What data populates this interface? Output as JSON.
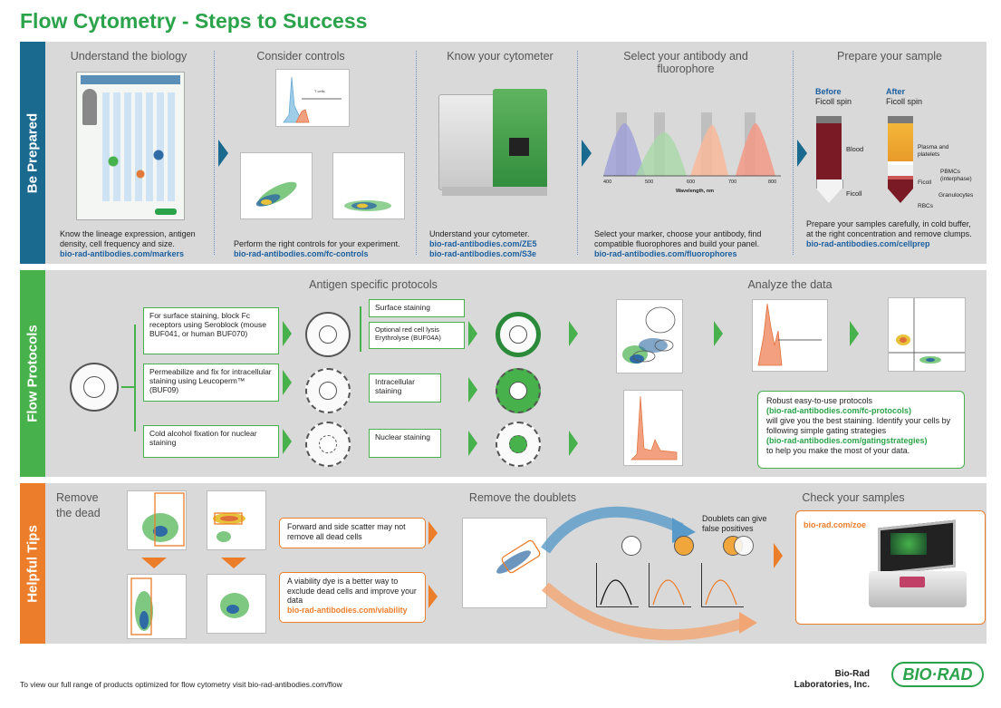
{
  "title": "Flow Cytometry - Steps to Success",
  "colors": {
    "green": "#2aa34a",
    "blue": "#1a6a8f",
    "orange": "#ec7d2a",
    "link": "#1a5fa0"
  },
  "prepared": {
    "label": "Be Prepared",
    "steps": [
      {
        "heading": "Understand the biology",
        "text": "Know the lineage expression, antigen density, cell frequency and size.",
        "link": "bio-rad-antibodies.com/markers"
      },
      {
        "heading": "Consider controls",
        "text": "Perform the right controls for your experiment.",
        "link": "bio-rad-antibodies.com/fc-controls"
      },
      {
        "heading": "Know your cytometer",
        "text": "Understand your cytometer.",
        "link": "bio-rad-antibodies.com/ZE5",
        "link2": "bio-rad-antibodies.com/S3e"
      },
      {
        "heading": "Select your antibody and fluorophore",
        "text": "Select your marker, choose your antibody, find compatible fluorophores and build your panel.",
        "link": "bio-rad-antibodies.com/fluorophores",
        "axis": "Wavelength, nm",
        "ticks": [
          "400",
          "500",
          "600",
          "700",
          "800"
        ]
      },
      {
        "heading": "Prepare your sample",
        "text": "Prepare your samples carefully, in cold buffer, at the right concentration and remove clumps.",
        "link": "bio-rad-antibodies.com/cellprep",
        "before": "Before",
        "after": "After",
        "spin": "Ficoll spin",
        "spin2": "Ficoll spin",
        "tube1": [
          "Blood",
          "Ficoll"
        ],
        "tube2": [
          "Plasma and platelets",
          "PBMCs (interphase)",
          "Ficoll",
          "Granulocytes",
          "RBCs"
        ]
      }
    ]
  },
  "protocols": {
    "label": "Flow Protocols",
    "heading": "Antigen specific protocols",
    "analyze": "Analyze the data",
    "left_boxes": [
      "For surface staining, block Fc receptors using Seroblock (mouse BUF041, or human BUF070)",
      "Permeabilize and fix for intracellular staining using Leucoperm™ (BUF09)",
      "Cold alcohol fixation for nuclear staining"
    ],
    "right_boxes": [
      "Surface staining",
      "Optional red cell lysis Erythrolyse (BUF04A)",
      "Intracellular staining",
      "Nuclear staining"
    ],
    "info": {
      "l1": "Robust easy-to-use protocols",
      "link1": "(bio-rad-antibodies.com/fc-protocols)",
      "l2": "will give you the best staining. Identify your cells by following simple gating strategies",
      "link2": "(bio-rad-antibodies.com/gatingstrategies)",
      "l3": "to help you make the most of your data."
    }
  },
  "tips": {
    "label": "Helpful Tips",
    "remove_dead": "Remove the dead",
    "doublets": "Remove the doublets",
    "check": "Check your samples",
    "box1": "Forward and side scatter may not remove all dead cells",
    "box2": "A viability dye is a better way to exclude dead cells and improve your data",
    "box2_link": "bio-rad-antibodies.com/viability",
    "doublet_note": "Doublets can give false positives",
    "check_link": "bio-rad.com/zoe"
  },
  "footer": {
    "left": "To view our full range of products optimized for flow cytometry visit bio-rad-antibodies.com/flow",
    "company1": "Bio-Rad",
    "company2": "Laboratories, Inc.",
    "logo": "BIO·RAD"
  }
}
